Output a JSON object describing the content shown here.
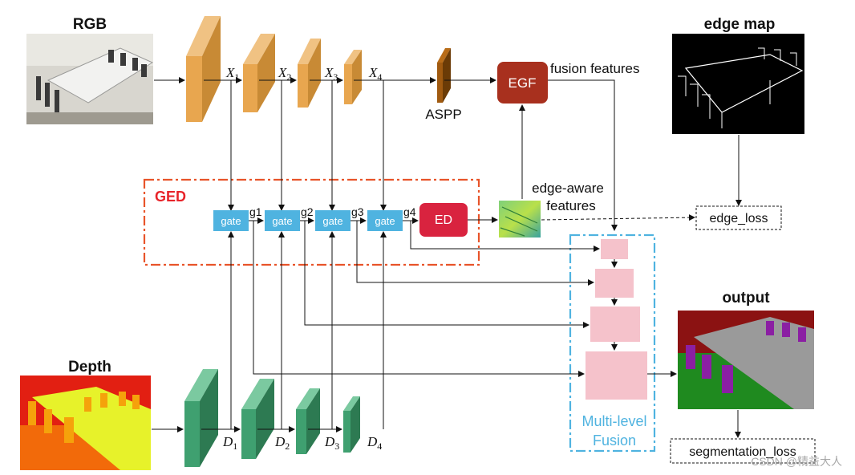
{
  "titles": {
    "rgb": "RGB",
    "depth": "Depth",
    "edge_map": "edge map",
    "output": "output"
  },
  "features": {
    "x": [
      "X1",
      "X2",
      "X3",
      "X4"
    ],
    "d": [
      "D1",
      "D2",
      "D3",
      "D4"
    ]
  },
  "modules": {
    "aspp": "ASPP",
    "egf": "EGF",
    "fusion_features": "fusion features",
    "ged": "GED",
    "gates": [
      "gate",
      "gate",
      "gate",
      "gate"
    ],
    "gate_outputs": [
      "g1",
      "g2",
      "g3",
      "g4"
    ],
    "ed": "ED",
    "edge_aware_line1": "edge-aware",
    "edge_aware_line2": "features",
    "edge_loss": "edge_loss",
    "multilevel_line1": "Multi-level",
    "multilevel_line2": "Fusion",
    "segmentation_loss": "segmentation_loss"
  },
  "watermark": "CSDN @精益大人",
  "colors": {
    "rgb_encoder": "#e8a64f",
    "depth_encoder": "#3fa070",
    "gate": "#4fb3e0",
    "ed": "#d9233f",
    "egf": "#a8301e",
    "ged_border": "#e8542a",
    "multilevel_border": "#4fb3e0",
    "fusion_block": "#f5c2cb"
  }
}
